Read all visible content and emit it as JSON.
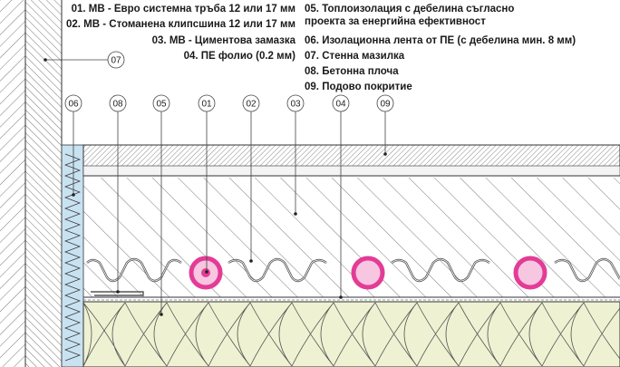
{
  "legend": [
    {
      "num": "01.",
      "text": "МВ - Евро системна тръба 12 или 17 мм"
    },
    {
      "num": "02.",
      "text": "МВ - Стоманена клипсшина 12 или 17 мм"
    },
    {
      "num": "03.",
      "text": "МВ - Циментова замазка"
    },
    {
      "num": "04.",
      "text": "ПЕ фолио (0.2 мм)"
    },
    {
      "num": "05.",
      "text": "Топлоизолация с дебелина съгласно проекта за енергийна ефективност"
    },
    {
      "num": "06.",
      "text": "Изолационна лента от ПЕ (с дебелина мин. 8 мм)"
    },
    {
      "num": "07.",
      "text": "Стенна мазилка"
    },
    {
      "num": "08.",
      "text": "Бетонна плоча"
    },
    {
      "num": "09.",
      "text": "Подово покритие"
    }
  ],
  "callouts": [
    "06",
    "08",
    "05",
    "01",
    "02",
    "03",
    "04",
    "09",
    "07"
  ],
  "colors": {
    "line": "#333333",
    "wall_fill": "#e8e0e6",
    "tape_fill": "#c9e2f2",
    "insulation_fill": "#eef2d2",
    "pipe": "#e33c96",
    "pipe_inner": "#f7c6e0"
  }
}
